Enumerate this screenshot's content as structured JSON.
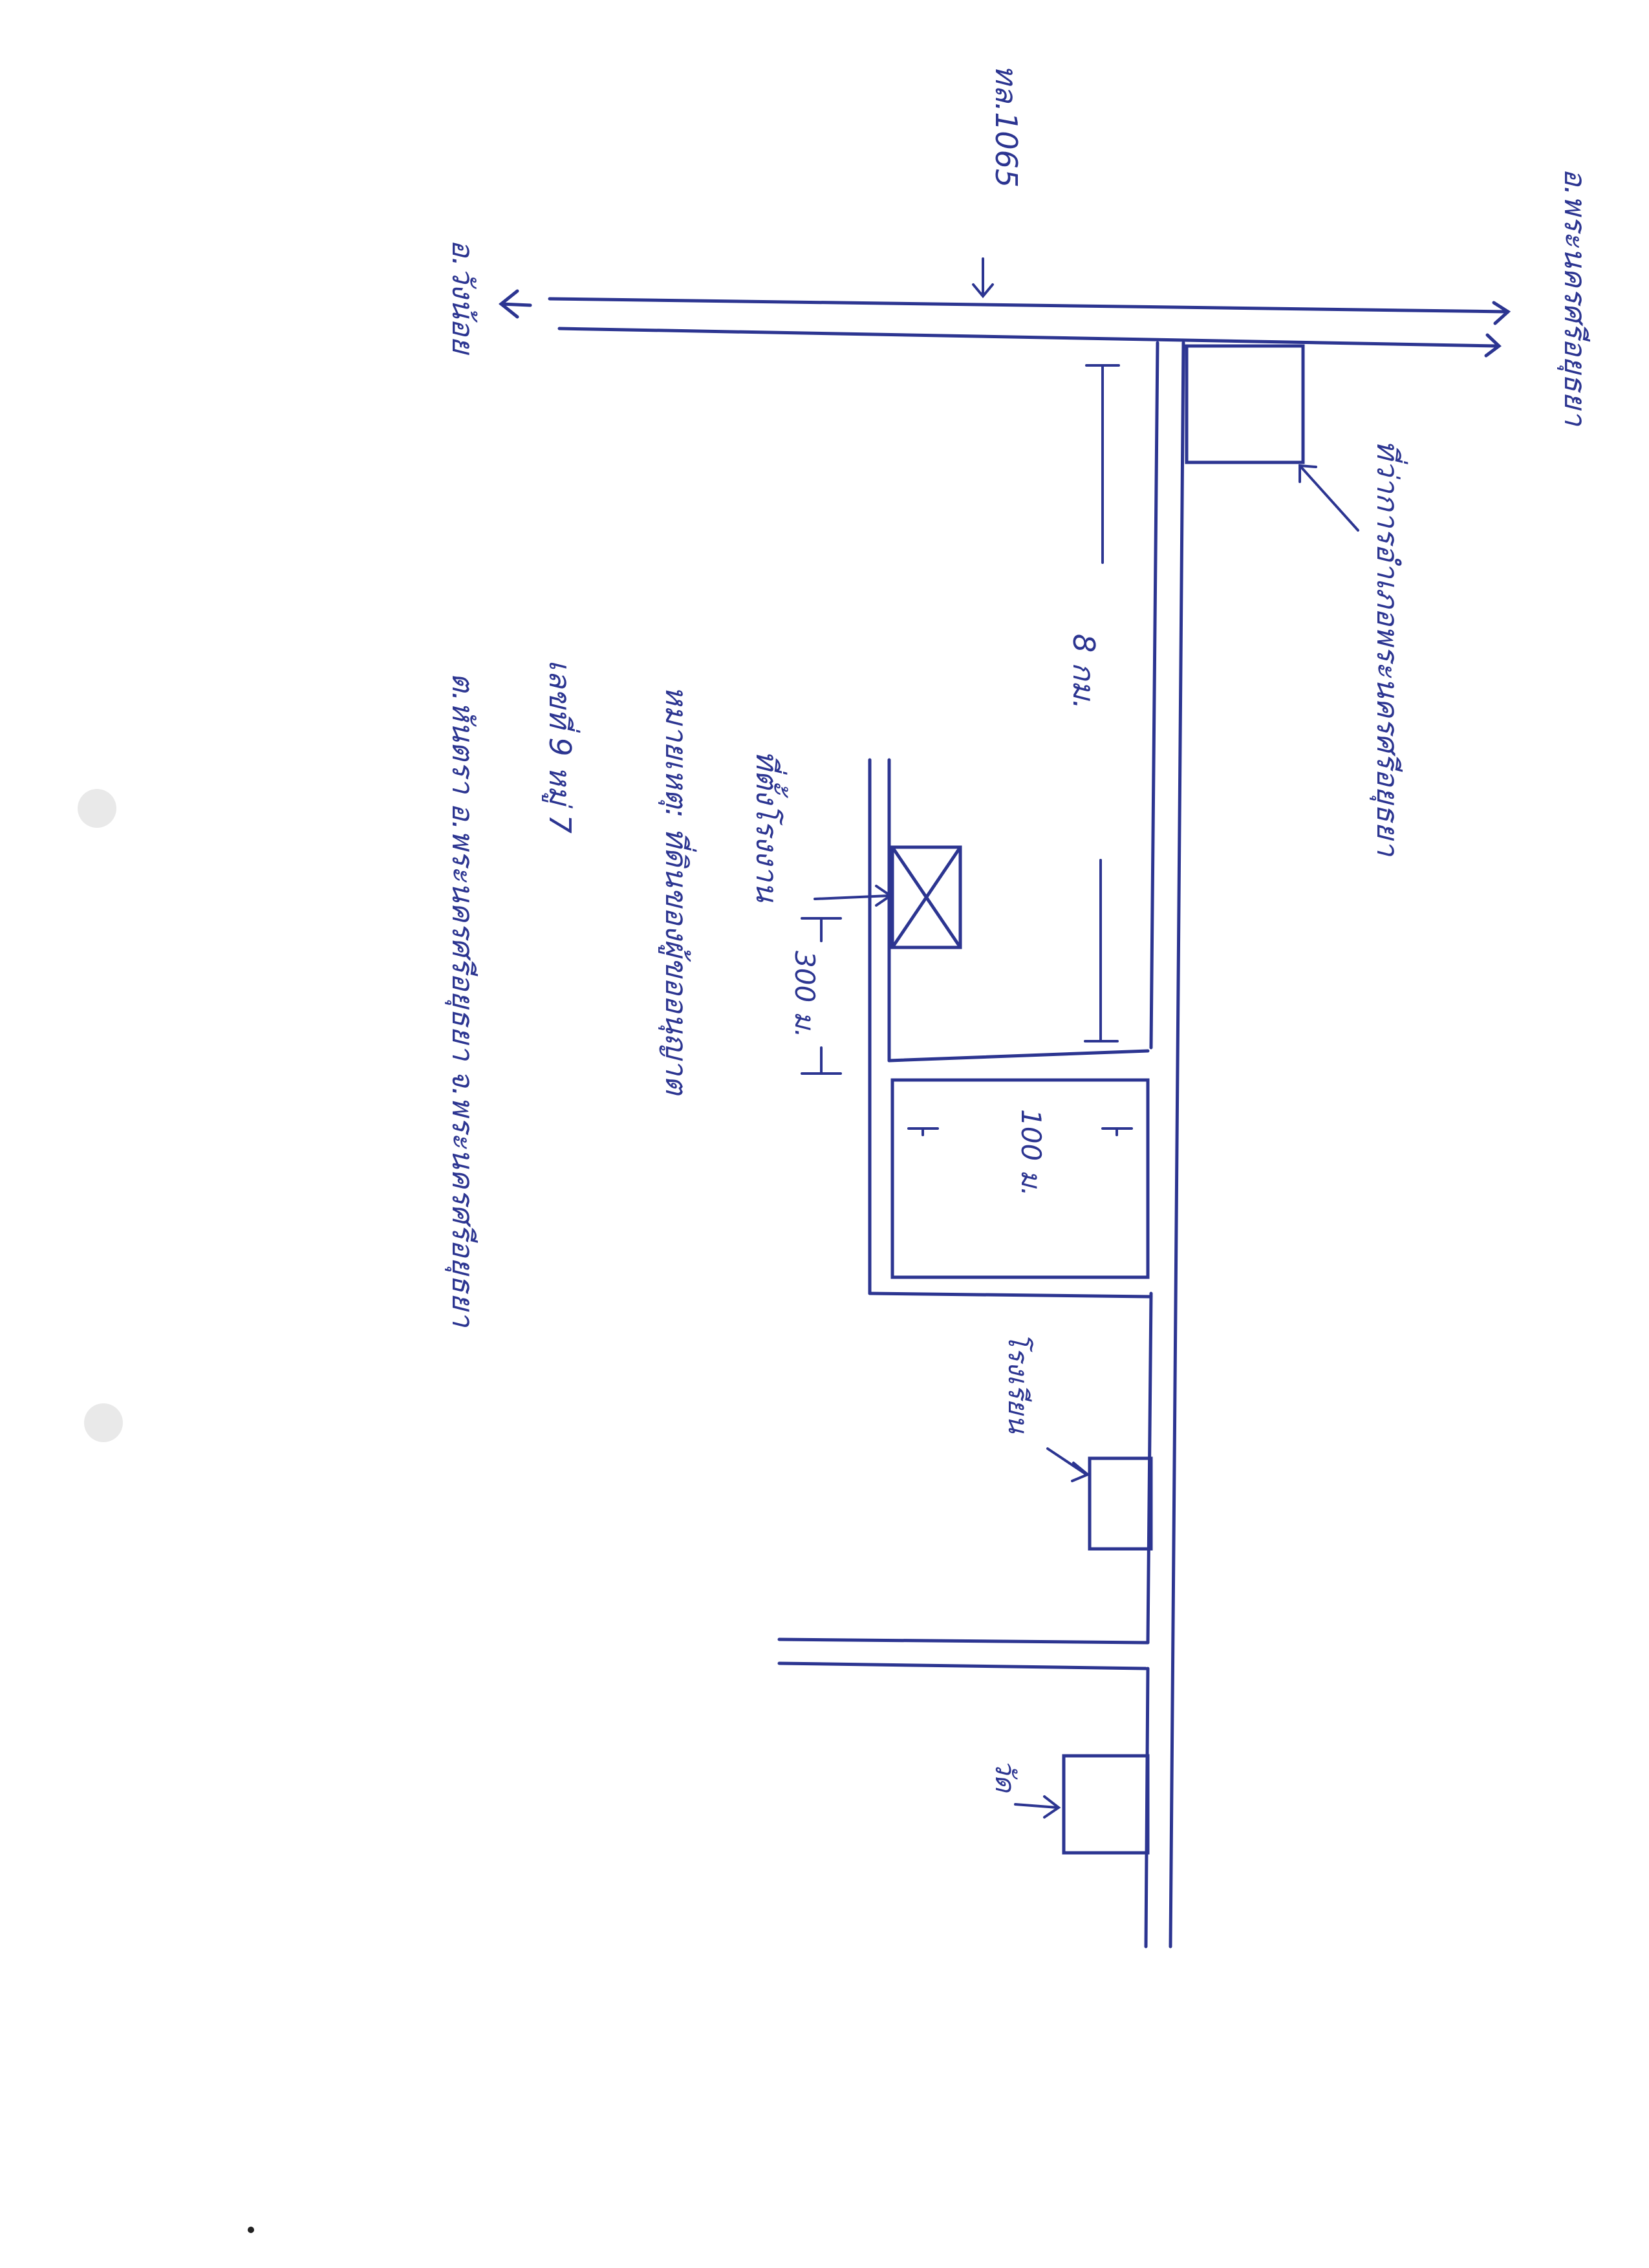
{
  "sheet": {
    "ink_color": "#2c3591",
    "paper_color": "#ffffff"
  },
  "labels": {
    "to_phra_nakhon": "อ.พระนครศรีอยุธยา",
    "to_wang_noi": "อ.วังน้อย",
    "road_number": "ทล.1065",
    "district_office": "ที่ว่าการอำเภอพระนครศรีอยุธยา",
    "distance_km": "8 กม.",
    "site": "ที่ตั้งโรงงาน",
    "distance_m_short": "300 ม.",
    "distance_m_long": "100 ม.",
    "school": "โรงเรียน",
    "temple": "วัด",
    "site_note": "หมายเหตุ: ที่ดินของผู้ขออนุญาต",
    "address_1": "เลขที่ 9 หมู่ 7",
    "address_2": "ต.หันตรา อ.พระนครศรีอยุธยา จ.พระนครศรีอยุธยา"
  }
}
